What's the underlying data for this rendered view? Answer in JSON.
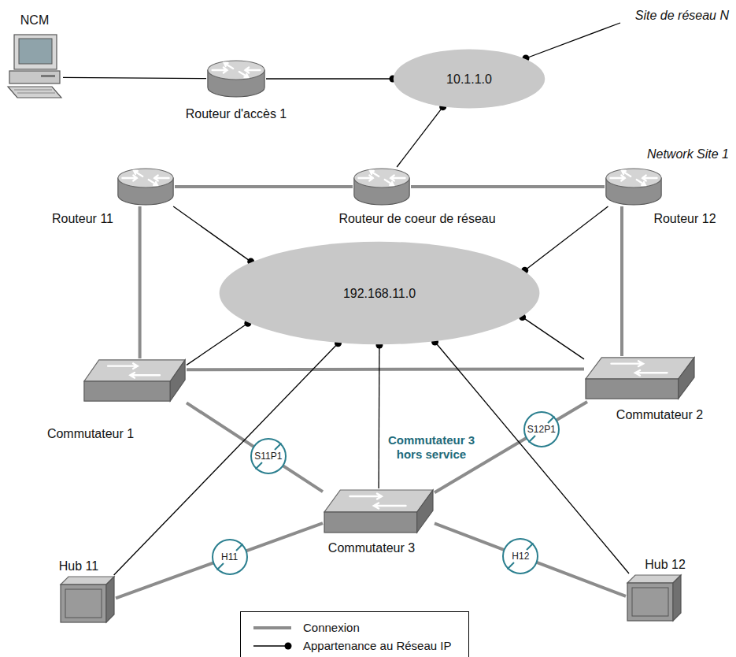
{
  "diagram": {
    "nodes": [
      {
        "text": [
          "NCM"
        ]
      },
      {
        "text": [
          "Routeur d'accès 1"
        ]
      },
      {
        "text": [
          "10.1.1.0"
        ]
      },
      {
        "text": [
          "Routeur 11"
        ]
      },
      {
        "text": [
          "Routeur de coeur de réseau"
        ]
      },
      {
        "text": [
          "Routeur 12"
        ]
      },
      {
        "text": [
          "192.168.11.0"
        ]
      },
      {
        "text": [
          "Commutateur 1"
        ]
      },
      {
        "text": [
          "Commutateur 2"
        ]
      },
      {
        "text": [
          "Commutateur 3"
        ]
      },
      {
        "text": [
          "Hub 11"
        ]
      },
      {
        "text": [
          "Hub 12"
        ]
      }
    ],
    "edges": [
      {
        "from": 0,
        "to": 1,
        "arrow": "none"
      },
      {
        "from": 1,
        "to": 2,
        "arrow": "none"
      },
      {
        "from": 4,
        "to": 2,
        "arrow": "none"
      },
      {
        "from": 3,
        "to": 4,
        "arrow": "none"
      },
      {
        "from": 4,
        "to": 5,
        "arrow": "none"
      },
      {
        "from": 3,
        "to": 6,
        "arrow": "none"
      },
      {
        "from": 5,
        "to": 6,
        "arrow": "none"
      },
      {
        "from": 3,
        "to": 7,
        "arrow": "none"
      },
      {
        "from": 5,
        "to": 8,
        "arrow": "none"
      },
      {
        "from": 7,
        "to": 6,
        "arrow": "none"
      },
      {
        "from": 8,
        "to": 6,
        "arrow": "none"
      },
      {
        "from": 7,
        "to": 8,
        "arrow": "none"
      },
      {
        "from": 7,
        "to": 9,
        "label": "S11P1",
        "arrow": "none"
      },
      {
        "from": 8,
        "to": 9,
        "label": "S12P1",
        "arrow": "none"
      },
      {
        "from": 9,
        "to": 6,
        "arrow": "none"
      },
      {
        "from": 10,
        "to": 9,
        "label": "H11",
        "arrow": "none"
      },
      {
        "from": 11,
        "to": 9,
        "label": "H12",
        "arrow": "none"
      },
      {
        "from": 10,
        "to": 6,
        "arrow": "none"
      },
      {
        "from": 11,
        "to": 6,
        "arrow": "none"
      }
    ],
    "labels": [
      "Site de réseau N",
      "Network Site 1",
      "Commutateur 3 hors service"
    ],
    "legend": [
      {
        "text": "Connexion"
      },
      {
        "text": "Appartenance au Réseau IP"
      }
    ]
  }
}
